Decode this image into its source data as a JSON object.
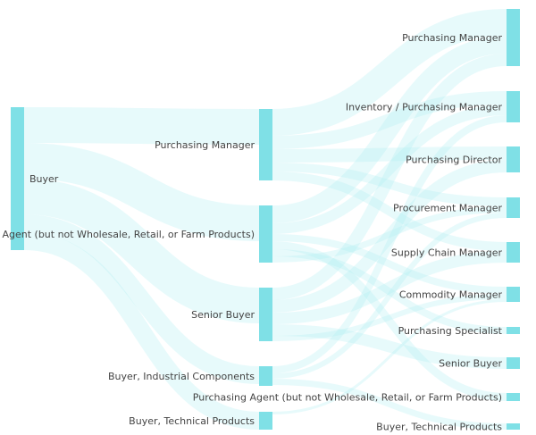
{
  "colors": {
    "node": "#7fe0e6",
    "link": "#aeeef2"
  },
  "columns": [
    {
      "nodes": [
        {
          "id": "c0-buyer",
          "label": "Buyer",
          "value": 160
        }
      ]
    },
    {
      "nodes": [
        {
          "id": "c1-pm",
          "label": "Purchasing Manager",
          "value": 80
        },
        {
          "id": "c1-agent",
          "label": "Agent (but not Wholesale, Retail, or Farm Products)",
          "value": 64
        },
        {
          "id": "c1-sb",
          "label": "Senior Buyer",
          "value": 60
        },
        {
          "id": "c1-bic",
          "label": "Buyer, Industrial Components",
          "value": 22
        },
        {
          "id": "c1-btp",
          "label": "Buyer, Technical Products",
          "value": 20
        }
      ]
    },
    {
      "nodes": [
        {
          "id": "c2-pm",
          "label": "Purchasing Manager",
          "value": 64
        },
        {
          "id": "c2-ipm",
          "label": "Inventory / Purchasing Manager",
          "value": 35
        },
        {
          "id": "c2-pd",
          "label": "Purchasing Director",
          "value": 29
        },
        {
          "id": "c2-proc",
          "label": "Procurement Manager",
          "value": 23
        },
        {
          "id": "c2-scm",
          "label": "Supply Chain Manager",
          "value": 23
        },
        {
          "id": "c2-cm",
          "label": "Commodity Manager",
          "value": 17
        },
        {
          "id": "c2-ps",
          "label": "Purchasing Specialist",
          "value": 8
        },
        {
          "id": "c2-sb",
          "label": "Senior Buyer",
          "value": 13
        },
        {
          "id": "c2-pa",
          "label": "Purchasing Agent (but not Wholesale, Retail, or Farm Products)",
          "value": 9
        },
        {
          "id": "c2-b",
          "label": "Buyer, Technical Products",
          "value": 7
        }
      ]
    }
  ],
  "links": [
    {
      "s": "c0-buyer",
      "t": "c1-pm",
      "v": 40
    },
    {
      "s": "c0-buyer",
      "t": "c1-agent",
      "v": 40
    },
    {
      "s": "c0-buyer",
      "t": "c1-sb",
      "v": 40
    },
    {
      "s": "c0-buyer",
      "t": "c1-bic",
      "v": 20
    },
    {
      "s": "c0-buyer",
      "t": "c1-btp",
      "v": 20
    },
    {
      "s": "c1-pm",
      "t": "c2-pm",
      "v": 30
    },
    {
      "s": "c1-pm",
      "t": "c2-ipm",
      "v": 15
    },
    {
      "s": "c1-pm",
      "t": "c2-pd",
      "v": 15
    },
    {
      "s": "c1-pm",
      "t": "c2-proc",
      "v": 10
    },
    {
      "s": "c1-pm",
      "t": "c2-scm",
      "v": 10
    },
    {
      "s": "c1-agent",
      "t": "c2-pm",
      "v": 20
    },
    {
      "s": "c1-agent",
      "t": "c2-ipm",
      "v": 12
    },
    {
      "s": "c1-agent",
      "t": "c2-cm",
      "v": 8
    },
    {
      "s": "c1-agent",
      "t": "c2-pa",
      "v": 9
    },
    {
      "s": "c1-agent",
      "t": "c2-ps",
      "v": 8
    },
    {
      "s": "c1-agent",
      "t": "c2-proc",
      "v": 7
    },
    {
      "s": "c1-sb",
      "t": "c2-pm",
      "v": 14
    },
    {
      "s": "c1-sb",
      "t": "c2-pd",
      "v": 14
    },
    {
      "s": "c1-sb",
      "t": "c2-scm",
      "v": 13
    },
    {
      "s": "c1-sb",
      "t": "c2-sb",
      "v": 13
    },
    {
      "s": "c1-sb",
      "t": "c2-cm",
      "v": 6
    },
    {
      "s": "c1-bic",
      "t": "c2-ipm",
      "v": 8
    },
    {
      "s": "c1-bic",
      "t": "c2-proc",
      "v": 6
    },
    {
      "s": "c1-bic",
      "t": "c2-b",
      "v": 7
    },
    {
      "s": "c1-btp",
      "t": "c2-cm",
      "v": 3
    },
    {
      "s": "c1-btp",
      "t": "c2-pd",
      "v": 0
    }
  ]
}
